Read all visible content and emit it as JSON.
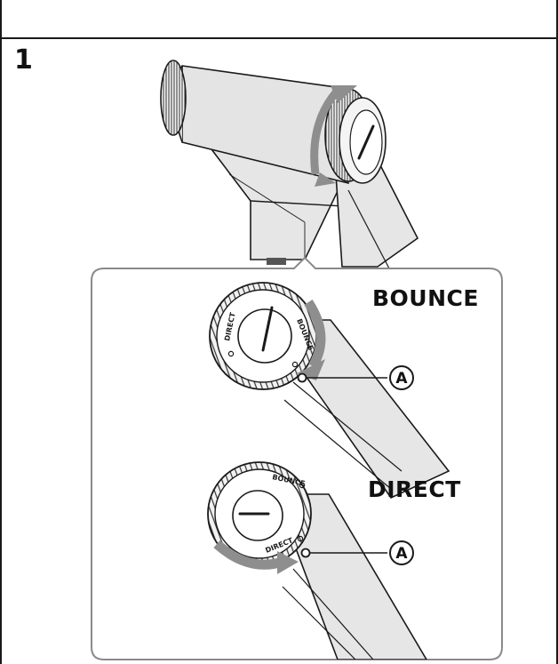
{
  "step": {
    "number": "1"
  },
  "modes": {
    "bounce": "BOUNCE",
    "direct": "DIRECT"
  },
  "dial_markings": {
    "bounce_position": {
      "left": "DIRECT",
      "right": "BOUNCE"
    },
    "direct_position": {
      "top": "BOUNCE",
      "bottom": "DIRECT"
    }
  },
  "callouts": {
    "indicator": "A"
  },
  "colors": {
    "body_gray": "#e6e6e6",
    "arrow_gray": "#8e8e8e",
    "line": "#1a1a1a",
    "frame_gray": "#8a8a8a"
  }
}
